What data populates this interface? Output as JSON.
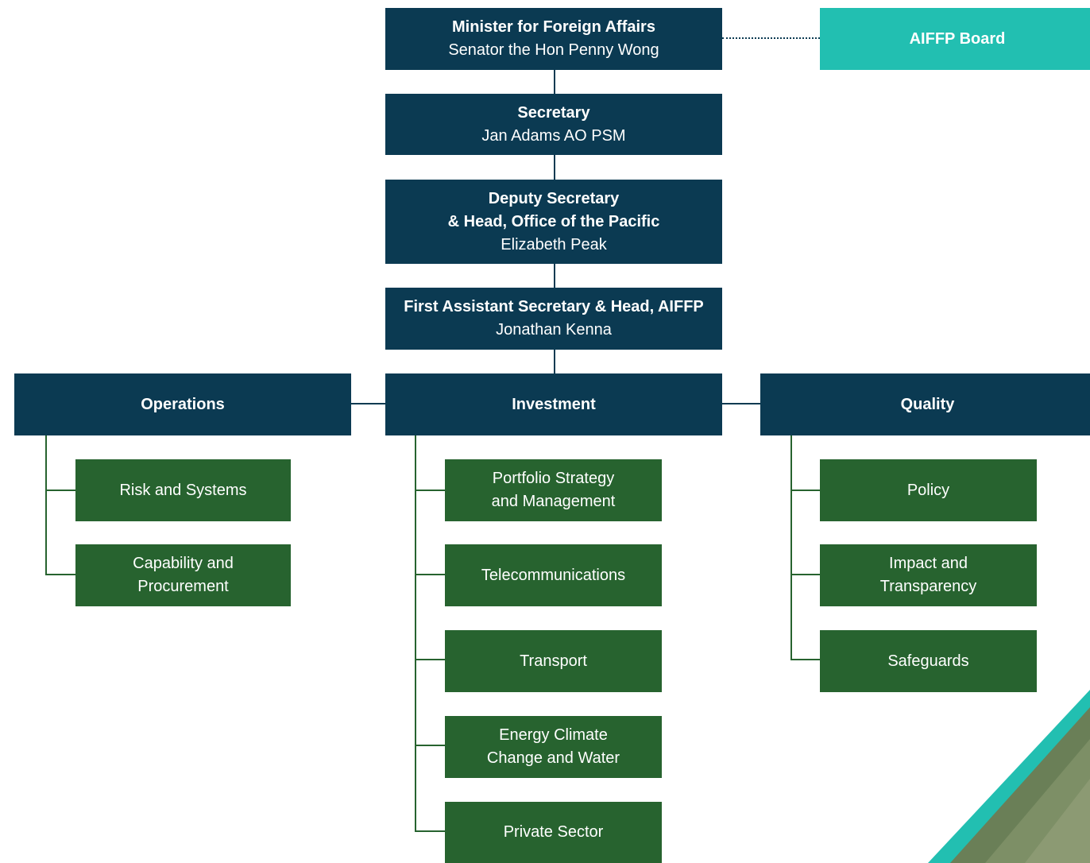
{
  "colors": {
    "navy": "#0b3a52",
    "teal": "#22bfb1",
    "green": "#27632f"
  },
  "minister": {
    "title": "Minister for Foreign Affairs",
    "name": "Senator the Hon Penny Wong"
  },
  "board": {
    "title": "AIFFP Board"
  },
  "secretary": {
    "title": "Secretary",
    "name": "Jan Adams AO PSM"
  },
  "deputy": {
    "title_line1": "Deputy Secretary",
    "title_line2": "& Head, Office of the Pacific",
    "name": "Elizabeth Peak"
  },
  "fas": {
    "title": "First Assistant Secretary & Head, AIFFP",
    "name": "Jonathan Kenna"
  },
  "divisions": {
    "operations": {
      "title": "Operations",
      "units": [
        {
          "line1": "Risk and Systems",
          "line2": ""
        },
        {
          "line1": "Capability and",
          "line2": "Procurement"
        }
      ]
    },
    "investment": {
      "title": "Investment",
      "units": [
        {
          "line1": "Portfolio Strategy",
          "line2": "and Management"
        },
        {
          "line1": "Telecommunications",
          "line2": ""
        },
        {
          "line1": "Transport",
          "line2": ""
        },
        {
          "line1": "Energy Climate",
          "line2": "Change and Water"
        },
        {
          "line1": "Private Sector",
          "line2": ""
        }
      ]
    },
    "quality": {
      "title": "Quality",
      "units": [
        {
          "line1": "Policy",
          "line2": ""
        },
        {
          "line1": "Impact and",
          "line2": "Transparency"
        },
        {
          "line1": "Safeguards",
          "line2": ""
        }
      ]
    }
  }
}
